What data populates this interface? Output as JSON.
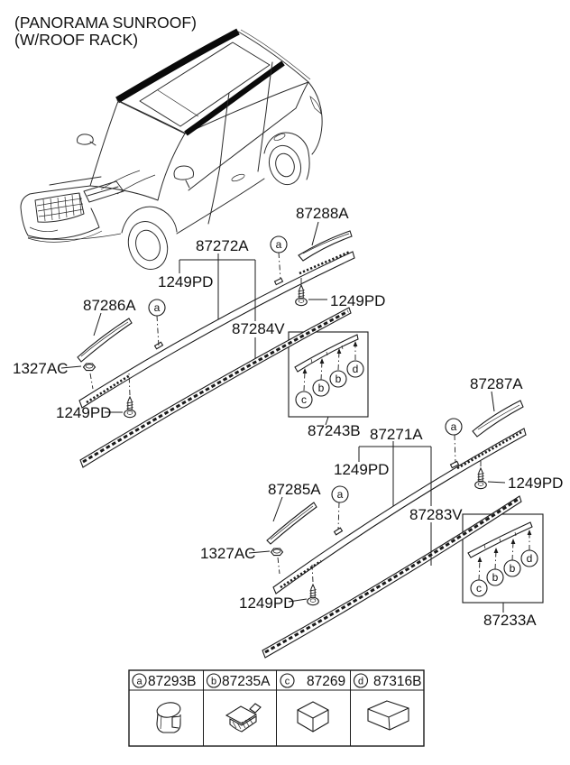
{
  "title": {
    "line1": "(PANORAMA SUNROOF)",
    "line2": "(W/ROOF RACK)"
  },
  "colors": {
    "line": "#1a1a1a",
    "background": "#ffffff",
    "rail_stripe": "#0a0a0a"
  },
  "assemblies": {
    "first": {
      "rail": "87272A",
      "molding": "87284V",
      "garnish": "87286A",
      "end_cap": "87288A",
      "clip_kit": "87243B"
    },
    "second": {
      "rail": "87271A",
      "molding": "87283V",
      "garnish": "87285A",
      "end_cap": "87287A",
      "clip_kit": "87233A"
    }
  },
  "fasteners": {
    "screw": "1249PD",
    "nut": "1327AC"
  },
  "letters": {
    "a": "a",
    "b": "b",
    "c": "c",
    "d": "d"
  },
  "legend": {
    "items": [
      {
        "letter": "a",
        "part": "87293B"
      },
      {
        "letter": "b",
        "part": "87235A"
      },
      {
        "letter": "c",
        "part": "87269"
      },
      {
        "letter": "d",
        "part": "87316B"
      }
    ]
  }
}
